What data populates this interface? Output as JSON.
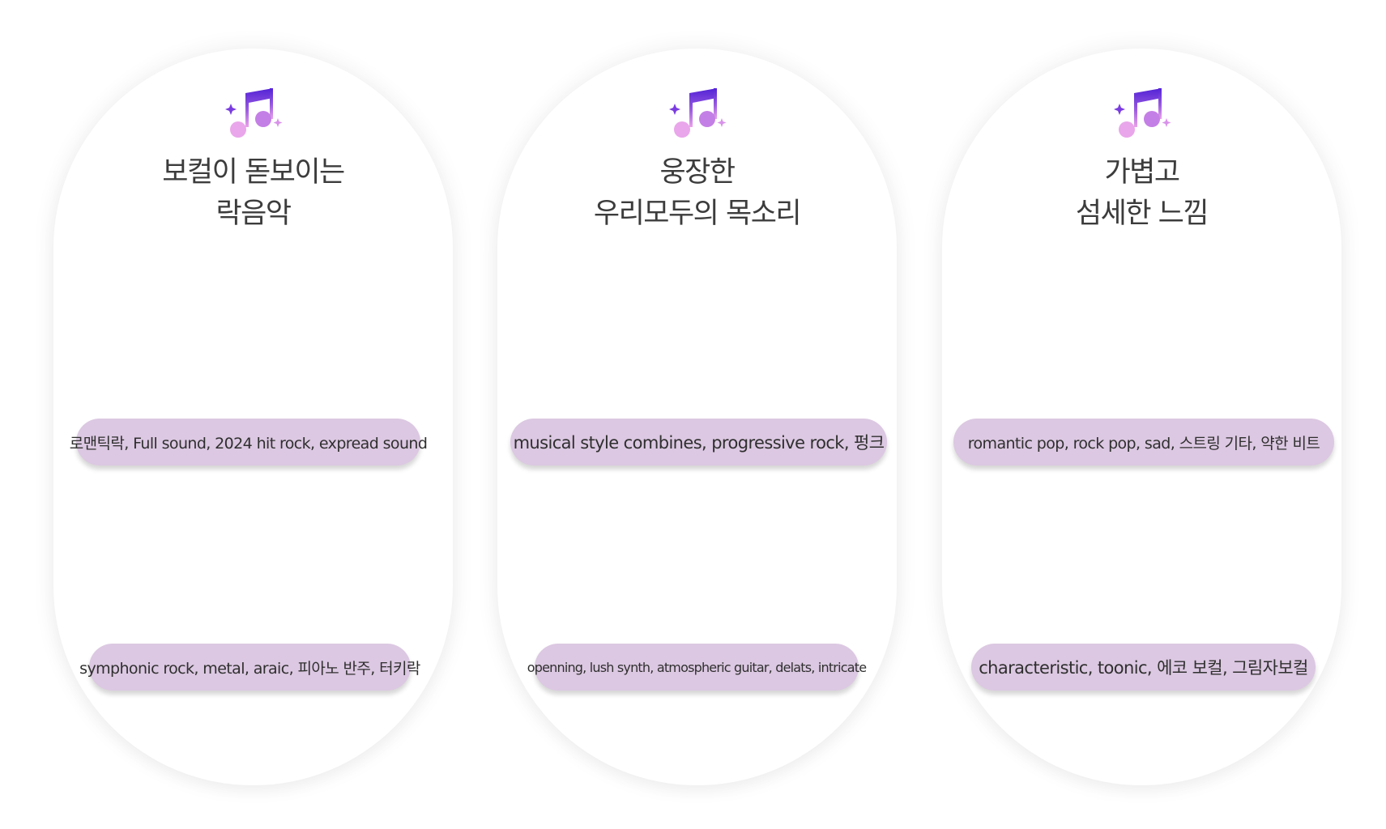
{
  "cards": [
    {
      "icon": "music-note-icon",
      "title": [
        "보컬이 돋보이는",
        "락음악"
      ],
      "tags": [
        "로맨틱락, Full sound, 2024 hit rock, expread sound",
        "symphonic rock, metal, araic, 피아노 반주, 터키락"
      ]
    },
    {
      "icon": "music-note-icon",
      "title": [
        "웅장한",
        "우리모두의 목소리"
      ],
      "tags": [
        "musical style combines, progressive rock, 펑크",
        "openning, lush synth, atmospheric guitar, delats, intricate"
      ]
    },
    {
      "icon": "music-note-icon",
      "title": [
        "가볍고",
        "섬세한 느낌"
      ],
      "tags": [
        "romantic pop, rock pop, sad, 스트링 기타, 약한 비트",
        "characteristic, toonic, 에코 보컬, 그림자보컬"
      ]
    }
  ],
  "colors": {
    "pill": "#dcc8e2",
    "note_gradient_top": "#5b2bd9",
    "note_gradient_bottom": "#e59be8",
    "text": "#3c3c3c"
  }
}
